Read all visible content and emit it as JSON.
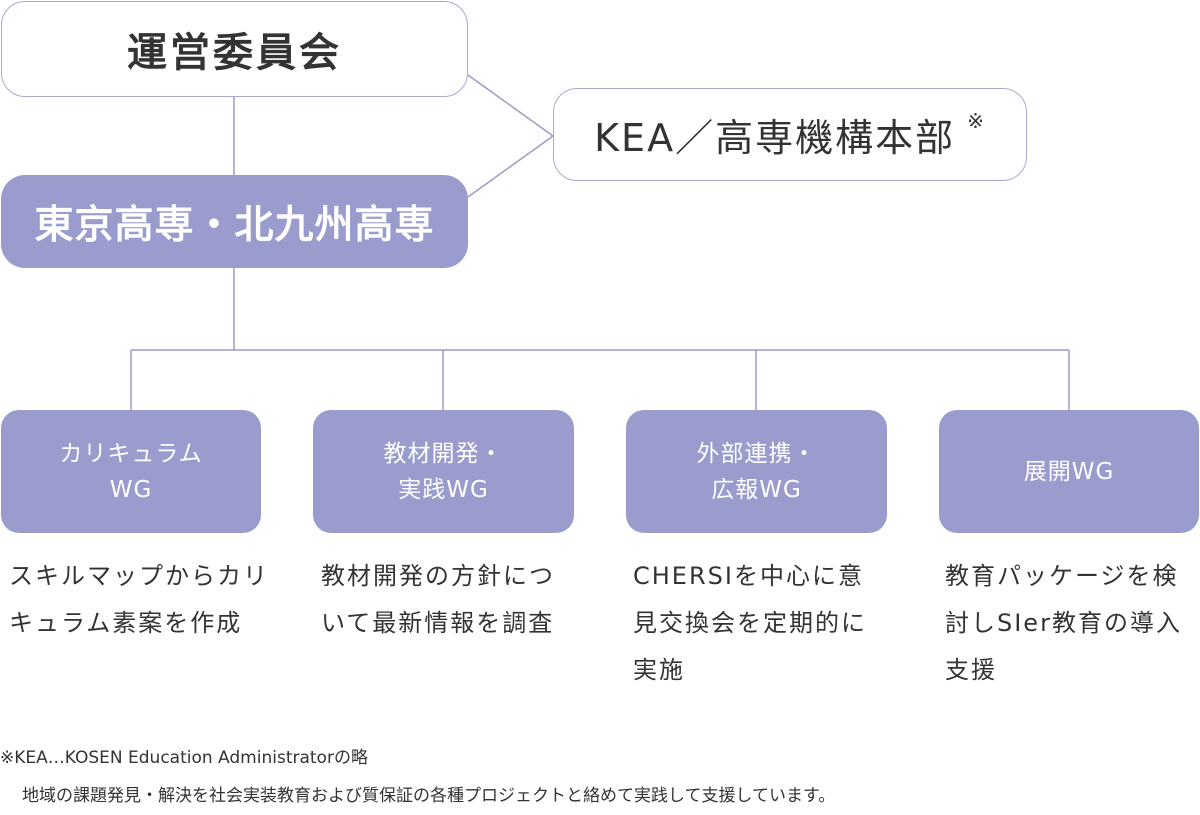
{
  "org": {
    "committee": "運営委員会",
    "headquarters": "KEA／高専機構本部",
    "headquarters_mark": "※",
    "schools": "東京高専・北九州高専"
  },
  "working_groups": [
    {
      "label": "カリキュラム\nWG",
      "description": "スキルマップからカリ\nキュラム素案を作成"
    },
    {
      "label": "教材開発・\n実践WG",
      "description": "教材開発の方針につ\nいて最新情報を調査"
    },
    {
      "label": "外部連携・\n広報WG",
      "description": "CHERSIを中心に意\n見交換会を定期的に\n実施"
    },
    {
      "label": "展開WG",
      "description": "教育パッケージを検\n討しSIer教育の導入\n支援"
    }
  ],
  "footnote": {
    "line1": "※KEA…KOSEN Education Administratorの略",
    "line2": "地域の課題発見・解決を社会実装教育および質保証の各種プロジェクトと絡めて実践して支援しています。"
  },
  "colors": {
    "fill": "#999ccd",
    "outline": "#a9a9cf",
    "connector": "#9a9cc9"
  }
}
